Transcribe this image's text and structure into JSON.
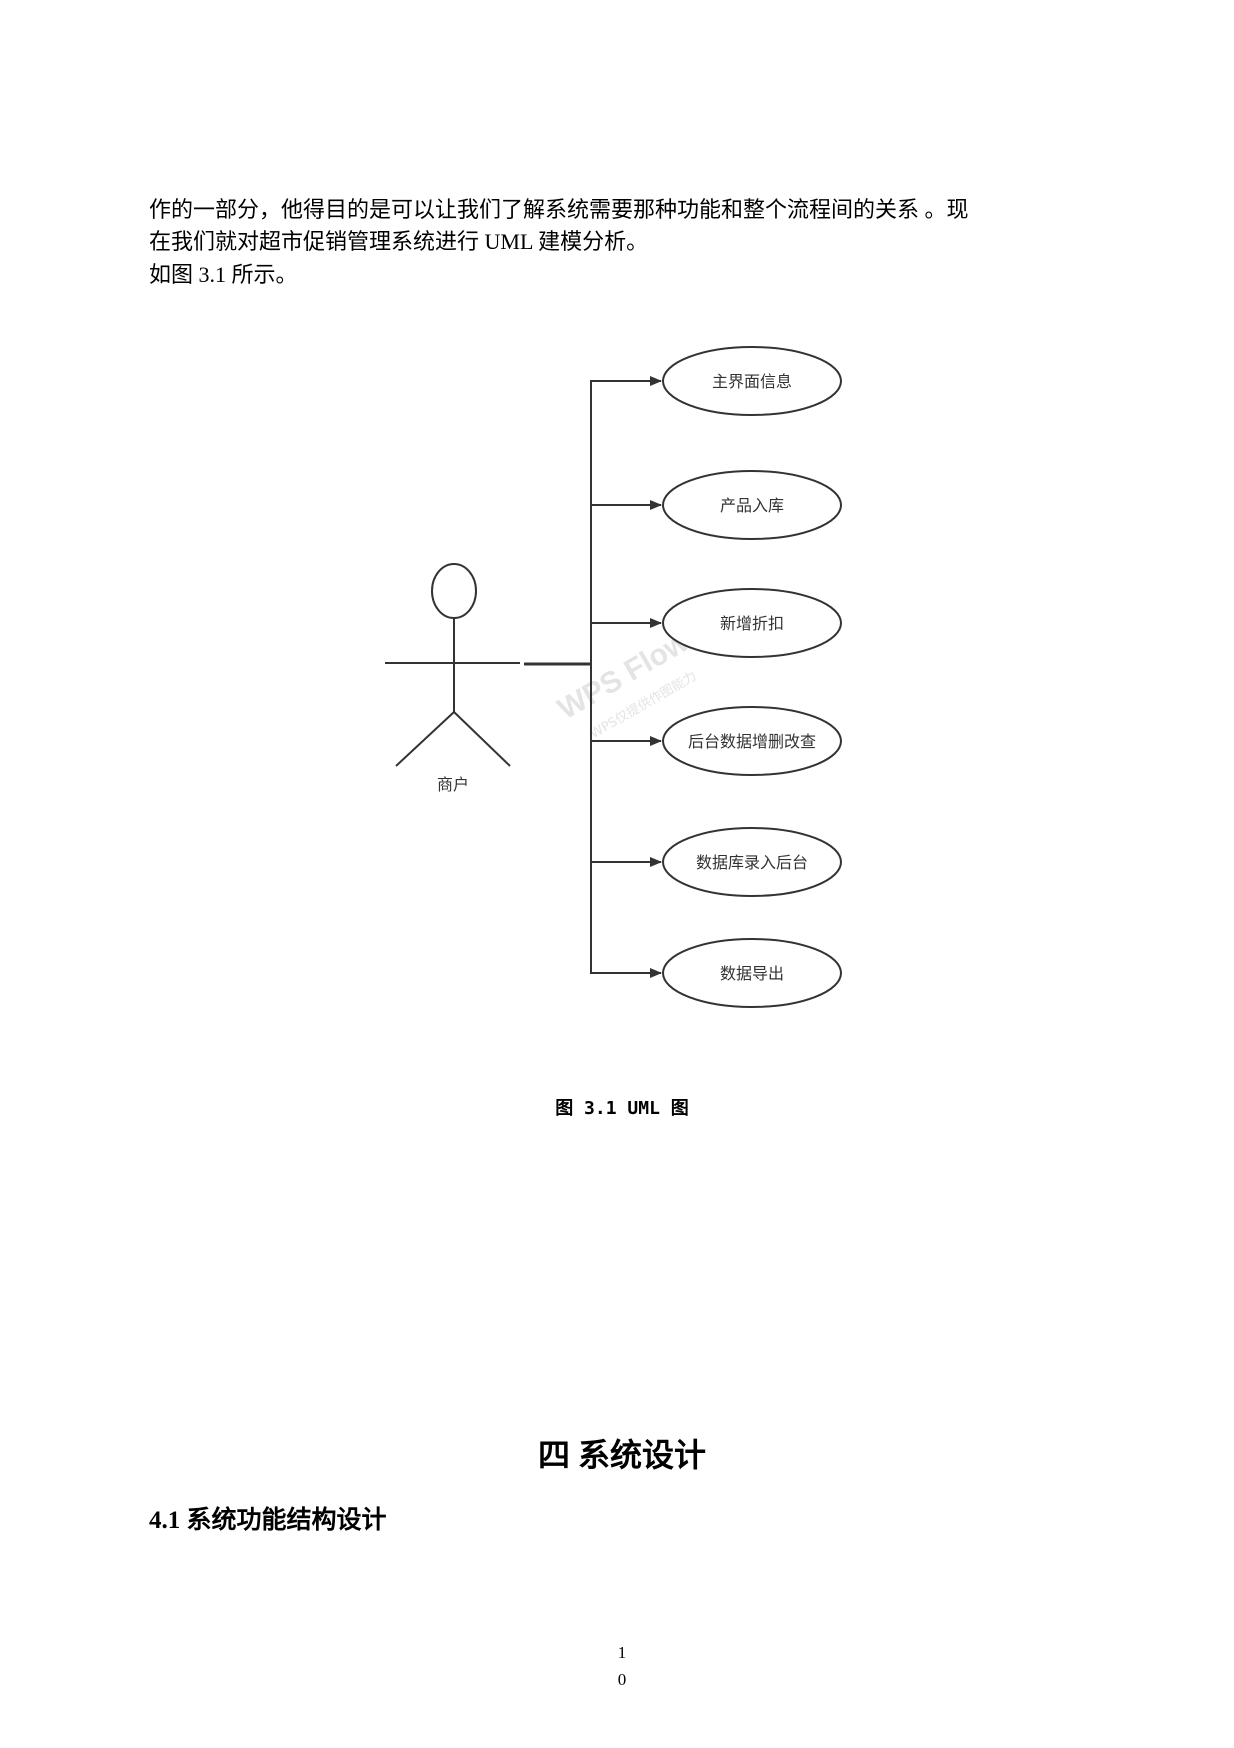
{
  "body_text": {
    "line1": "作的一部分，他得目的是可以让我们了解系统需要那种功能和整个流程间的关系 。现",
    "line2": "在我们就对超市促销管理系统进行 UML 建模分析。",
    "line3": "如图 3.1 所示。"
  },
  "diagram": {
    "actor": "商户",
    "use_cases": [
      "主界面信息",
      "产品入库",
      "新增折扣",
      "后台数据增删改查",
      "数据库录入后台",
      "数据导出"
    ],
    "watermark": "WPS Flow",
    "watermark_sub": "WPS仅提供作图能力"
  },
  "figure_caption": "图 3.1 UML 图",
  "chapter_title": "四  系统设计",
  "section_title": "4.1 系统功能结构设计",
  "page_number": [
    "1",
    "0"
  ]
}
